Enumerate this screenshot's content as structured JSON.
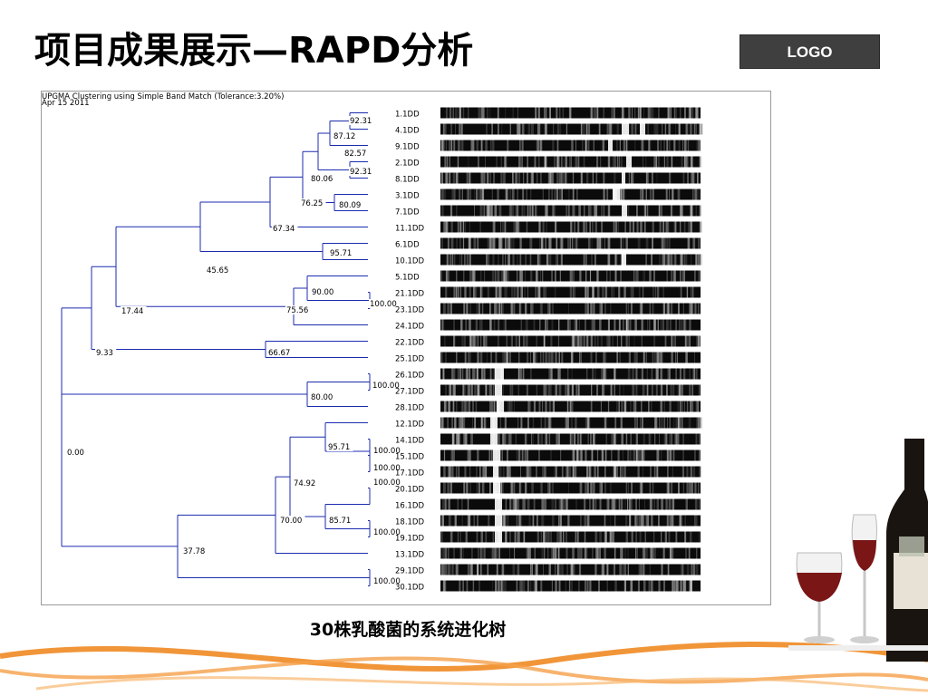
{
  "slide": {
    "title": "项目成果展示—RAPD分析",
    "logo_label": "LOGO",
    "caption": "30株乳酸菌的系统进化树"
  },
  "figure": {
    "header_line1": "UPGMA Clustering using Simple Band Match (Tolerance:3.20%)",
    "header_line2": "Apr 15 2011",
    "tree_color": "#1c2bb0",
    "node_labels": [
      "92.31",
      "87.12",
      "82.57",
      "92.31",
      "80.06",
      "80.09",
      "76.25",
      "67.34",
      "95.71",
      "45.65",
      "90.00",
      "100.00",
      "75.56",
      "17.44",
      "66.67",
      "9.33",
      "100.00",
      "80.00",
      "0.00",
      "95.71",
      "100.00",
      "100.00",
      "100.00",
      "74.92",
      "70.00",
      "85.71",
      "100.00",
      "37.78",
      "100.00"
    ],
    "strains": [
      "1.1DD",
      "4.1DD",
      "9.1DD",
      "2.1DD",
      "8.1DD",
      "3.1DD",
      "7.1DD",
      "11.1DD",
      "6.1DD",
      "10.1DD",
      "5.1DD",
      "21.1DD",
      "23.1DD",
      "24.1DD",
      "22.1DD",
      "25.1DD",
      "26.1DD",
      "27.1DD",
      "28.1DD",
      "12.1DD",
      "14.1DD",
      "15.1DD",
      "17.1DD",
      "20.1DD",
      "16.1DD",
      "18.1DD",
      "19.1DD",
      "13.1DD",
      "29.1DD",
      "30.1DD"
    ]
  },
  "decor": {
    "orange": "#f08a24",
    "wine_red": "#7a1616",
    "bottle": "#1a1410"
  }
}
